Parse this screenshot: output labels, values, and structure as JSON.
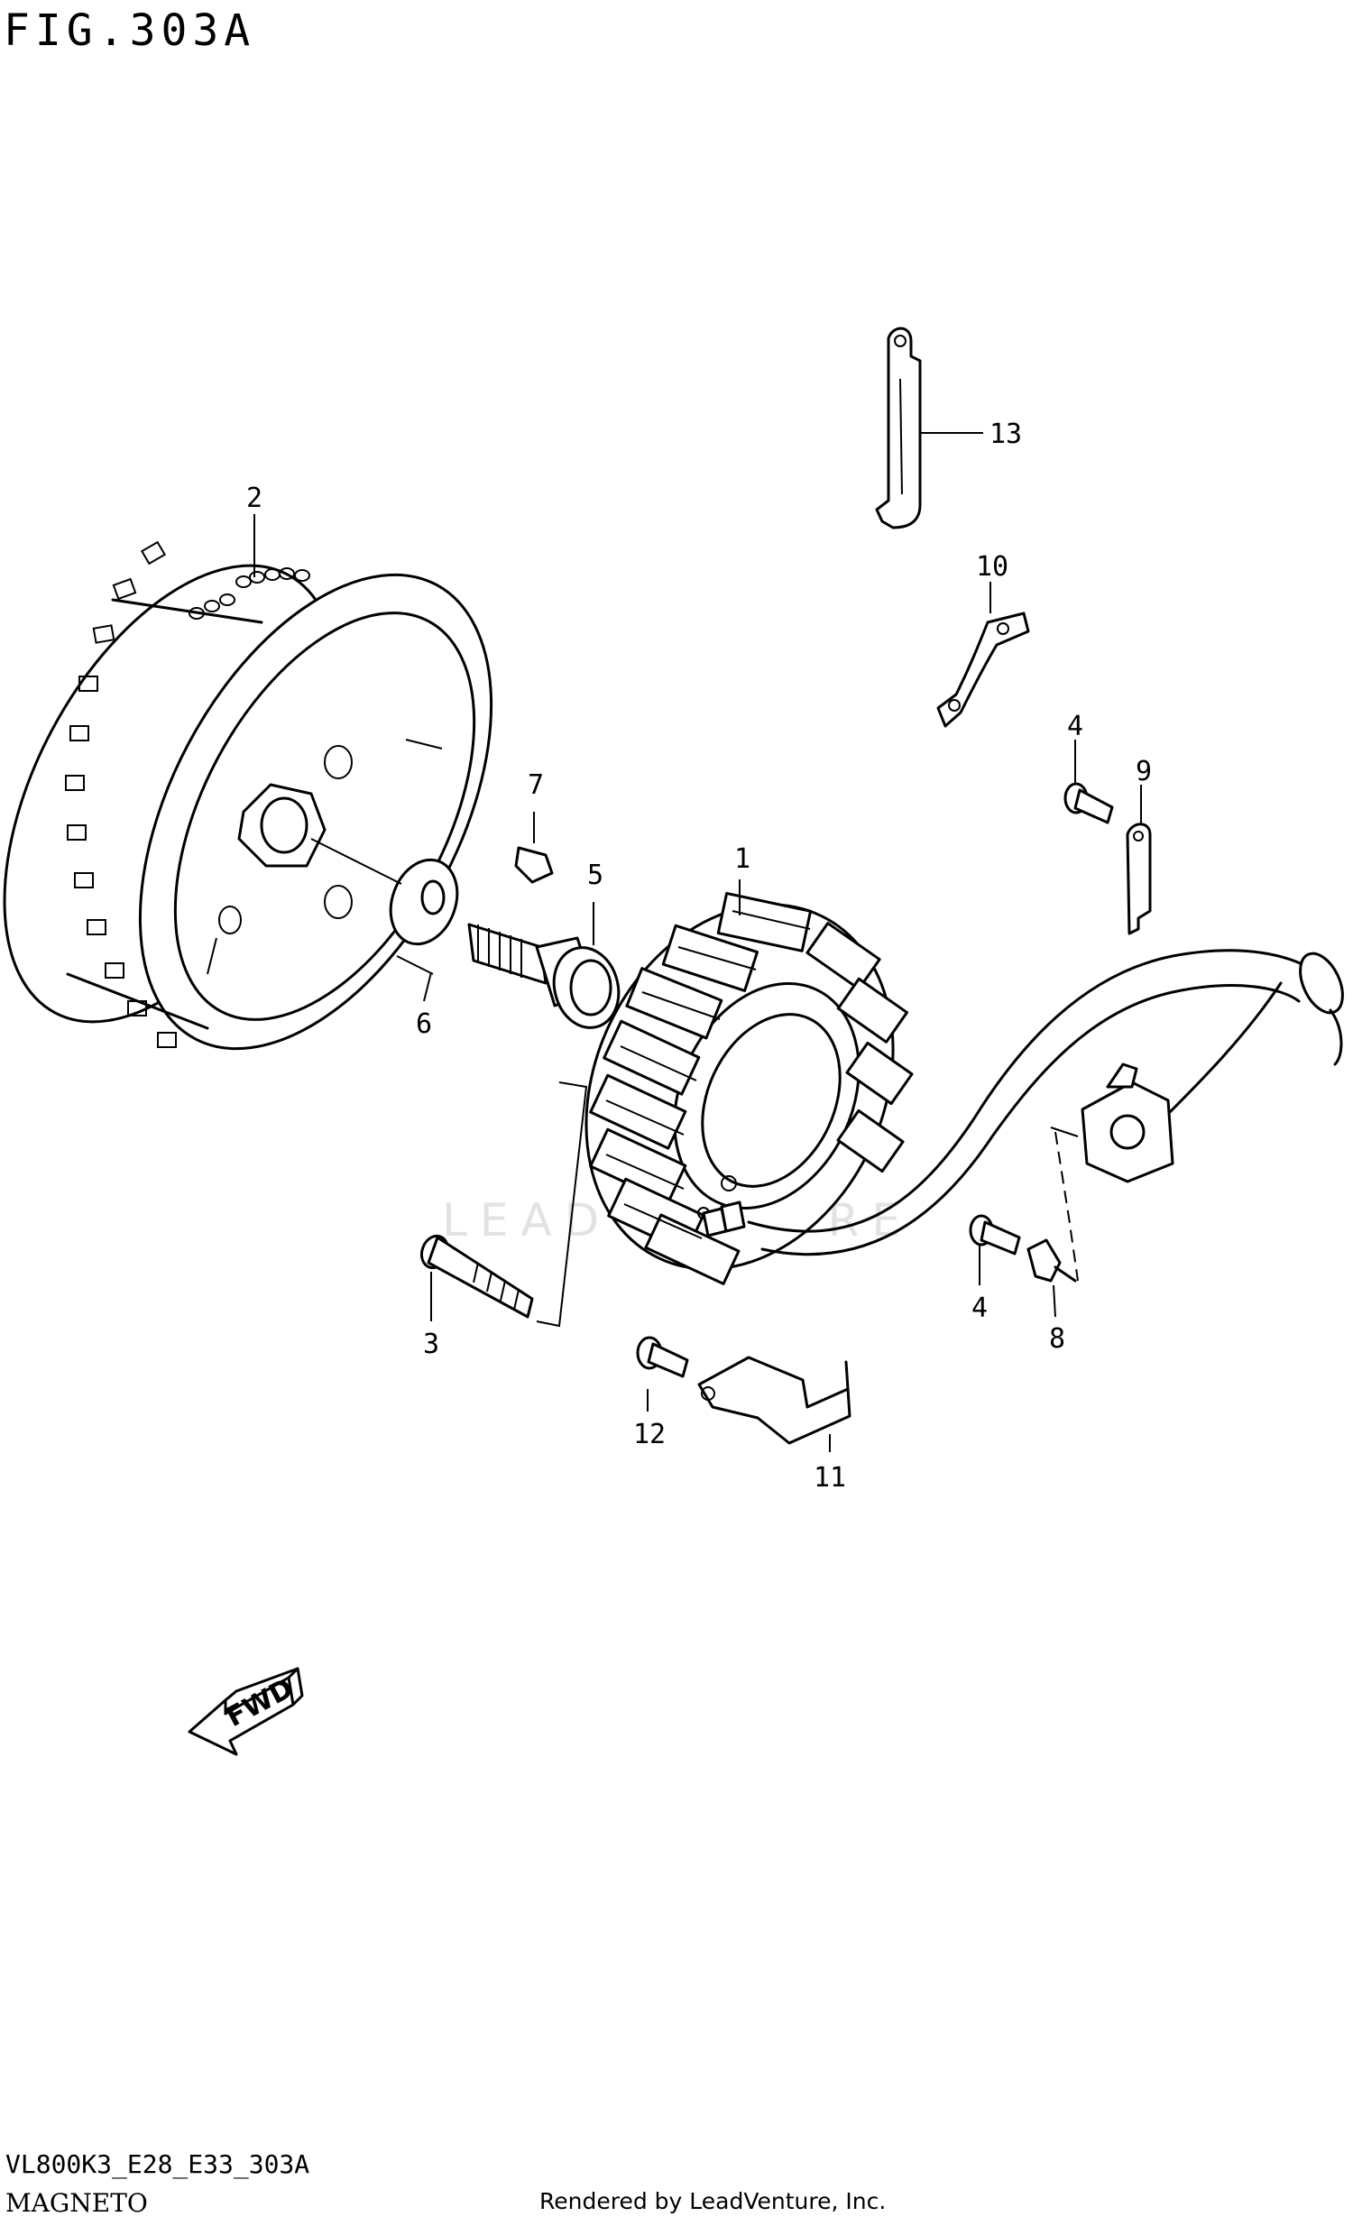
{
  "header": {
    "figure": "FIG.303A"
  },
  "footer": {
    "code": "VL800K3_E28_E33_303A",
    "name": "MAGNETO",
    "credit": "Rendered by LeadVenture, Inc."
  },
  "watermark": "LEADVENTURE",
  "direction": "FWD",
  "callouts": [
    "1",
    "2",
    "3",
    "4",
    "4",
    "5",
    "6",
    "7",
    "8",
    "9",
    "10",
    "11",
    "12",
    "13"
  ]
}
